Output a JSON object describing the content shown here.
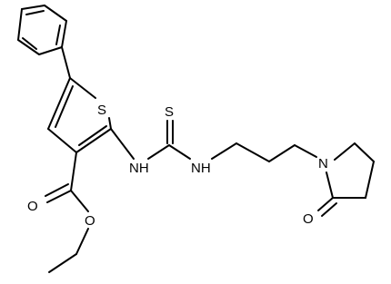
{
  "molecule": {
    "atoms": {
      "S_ring": "S",
      "S_thio": "S",
      "NH_left": "NH",
      "NH_right": "NH",
      "N_ring": "N",
      "O_ester_carbonyl": "O",
      "O_ester": "O",
      "O_lactam": "O"
    },
    "colors": {
      "bond": "#000000",
      "label": "#000000",
      "background": "#ffffff"
    }
  }
}
